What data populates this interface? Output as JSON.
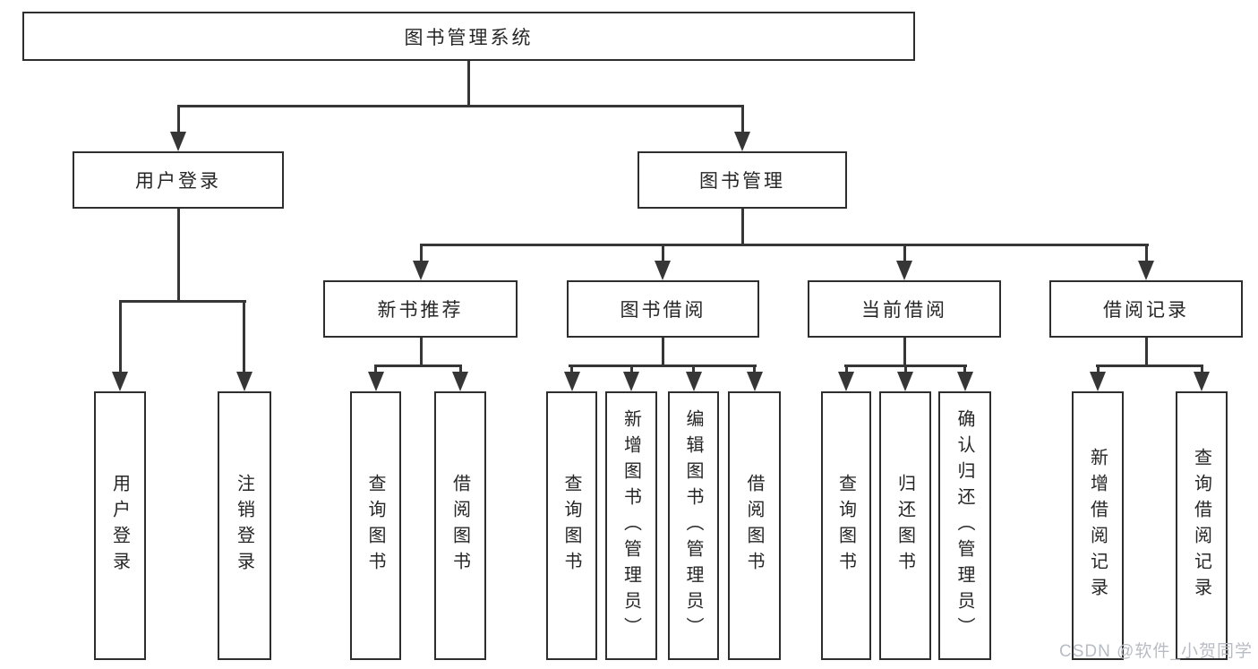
{
  "diagram": {
    "root": {
      "label": "图书管理系统"
    },
    "branches": [
      {
        "label": "用户登录",
        "children": [
          "用户登录",
          "注销登录"
        ]
      },
      {
        "label": "图书管理",
        "children": [
          {
            "label": "新书推荐",
            "children": [
              "查询图书",
              "借阅图书"
            ]
          },
          {
            "label": "图书借阅",
            "children": [
              "查询图书",
              "新增图书（管理员）",
              "编辑图书（管理员）",
              "借阅图书"
            ]
          },
          {
            "label": "当前借阅",
            "children": [
              "查询图书",
              "归还图书",
              "确认归还（管理员）"
            ]
          },
          {
            "label": "借阅记录",
            "children": [
              "新增借阅记录",
              "查询借阅记录"
            ]
          }
        ]
      }
    ],
    "colors": {
      "line": "#363636",
      "box_border": "#2e2e2e",
      "text": "#262626",
      "background": "#ffffff",
      "watermark": "#b8bcc4"
    }
  },
  "watermark": {
    "text": "CSDN @软件_小贺同学"
  }
}
